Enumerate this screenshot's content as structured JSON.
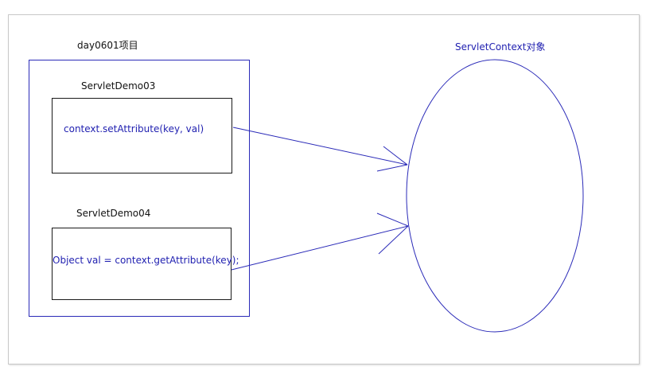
{
  "project": {
    "title": "day0601项目"
  },
  "servlet_a": {
    "name": "ServletDemo03",
    "code": "context.setAttribute(key, val)"
  },
  "servlet_b": {
    "name": "ServletDemo04",
    "code": "Object val = context.getAttribute(key);"
  },
  "context": {
    "title": "ServletContext对象"
  },
  "colors": {
    "blue": "#2a2ab8",
    "text_blue": "#1f1fb0",
    "text_dark": "#111111"
  }
}
